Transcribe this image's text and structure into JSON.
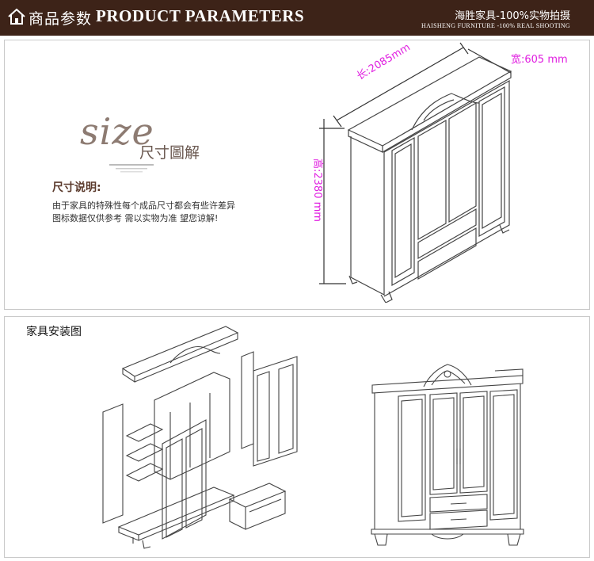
{
  "header": {
    "title_cn": "商品参数",
    "title_en": "PRODUCT PARAMETERS",
    "brand_cn": "海胜家具-100%实物拍摄",
    "brand_en": "HAISHENG FURNITURE -100% REAL SHOOTING"
  },
  "size_section": {
    "script_word": "size",
    "title_cn": "尺寸圖解",
    "note_title": "尺寸说明:",
    "note_line_1": "由于家具的特殊性每个成品尺寸都会有些许差异",
    "note_line_2": "图标数据仅供参考  需以实物为准  望您谅解!"
  },
  "dimensions": {
    "length": "长:2085mm",
    "width": "宽:605 mm",
    "height": "高:2380 mm",
    "color": "#e020e0"
  },
  "install_section": {
    "title": "家具安装图"
  },
  "colors": {
    "header_bg": "#3d2318",
    "panel_border": "#c9c9c9",
    "accent_text": "#5b3a2c"
  },
  "icons": [
    "home-icon"
  ]
}
